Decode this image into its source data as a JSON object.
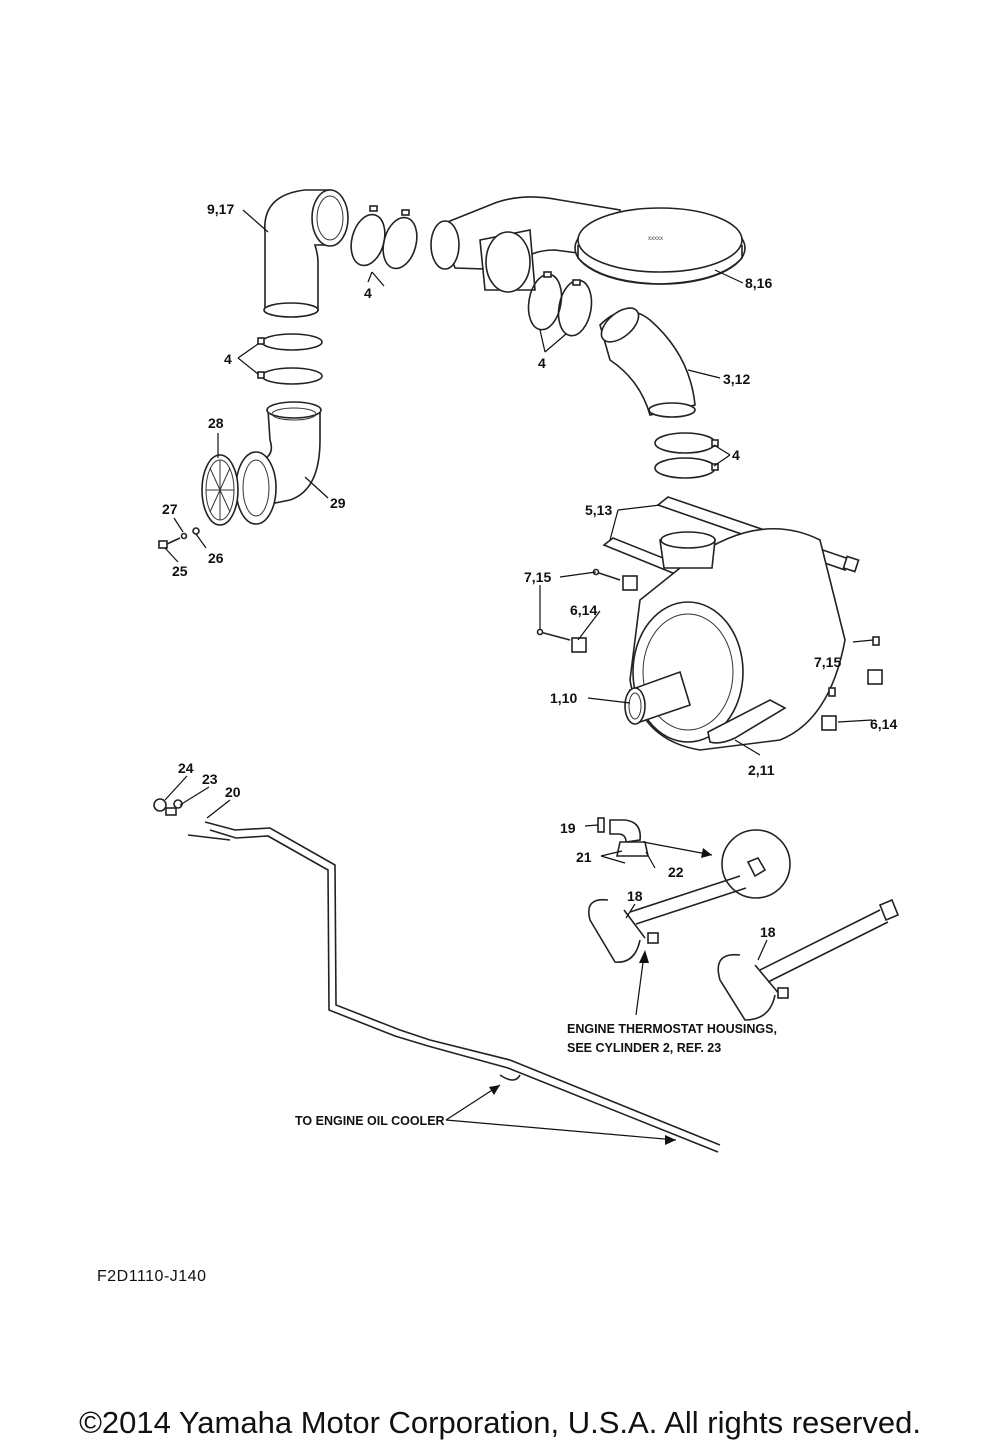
{
  "diagram": {
    "callouts": {
      "c_9_17": "9,17",
      "c_4_a": "4",
      "c_4_b": "4",
      "c_4_c": "4",
      "c_4_d": "4",
      "c_8_16": "8,16",
      "c_3_12": "3,12",
      "c_28": "28",
      "c_29": "29",
      "c_27": "27",
      "c_26": "26",
      "c_25": "25",
      "c_5_13": "5,13",
      "c_7_15_a": "7,15",
      "c_6_14_a": "6,14",
      "c_7_15_b": "7,15",
      "c_6_14_b": "6,14",
      "c_1_10": "1,10",
      "c_2_11": "2,11",
      "c_24": "24",
      "c_23": "23",
      "c_20": "20",
      "c_19": "19",
      "c_21": "21",
      "c_22": "22",
      "c_18_a": "18",
      "c_18_b": "18"
    },
    "notes": {
      "thermostat_line1": "ENGINE THERMOSTAT HOUSINGS,",
      "thermostat_line2": "SEE CYLINDER 2, REF. 23",
      "oil_cooler": "TO ENGINE OIL COOLER"
    },
    "drawing_code": "F2D1110-J140"
  },
  "footer": {
    "copyright": "©2014 Yamaha Motor Corporation, U.S.A. All rights reserved."
  }
}
